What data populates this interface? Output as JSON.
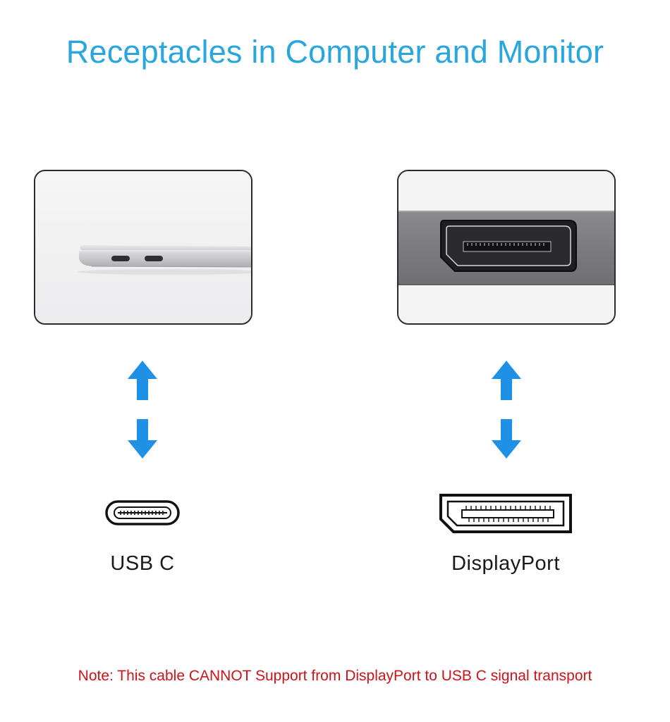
{
  "title": "Receptacles in Computer and Monitor",
  "left_port": {
    "label": "USB C",
    "photo_icon": "laptop-usb-c-ports-icon",
    "connector_icon": "usb-c-icon"
  },
  "right_port": {
    "label": "DisplayPort",
    "photo_icon": "monitor-displayport-receptacle-icon",
    "connector_icon": "displayport-icon"
  },
  "note": "Note: This cable CANNOT Support from DisplayPort to USB C signal transport",
  "colors": {
    "title": "#2aa6df",
    "arrow": "#1e90e6",
    "note": "#c8141a",
    "label": "#1a1a1a"
  }
}
